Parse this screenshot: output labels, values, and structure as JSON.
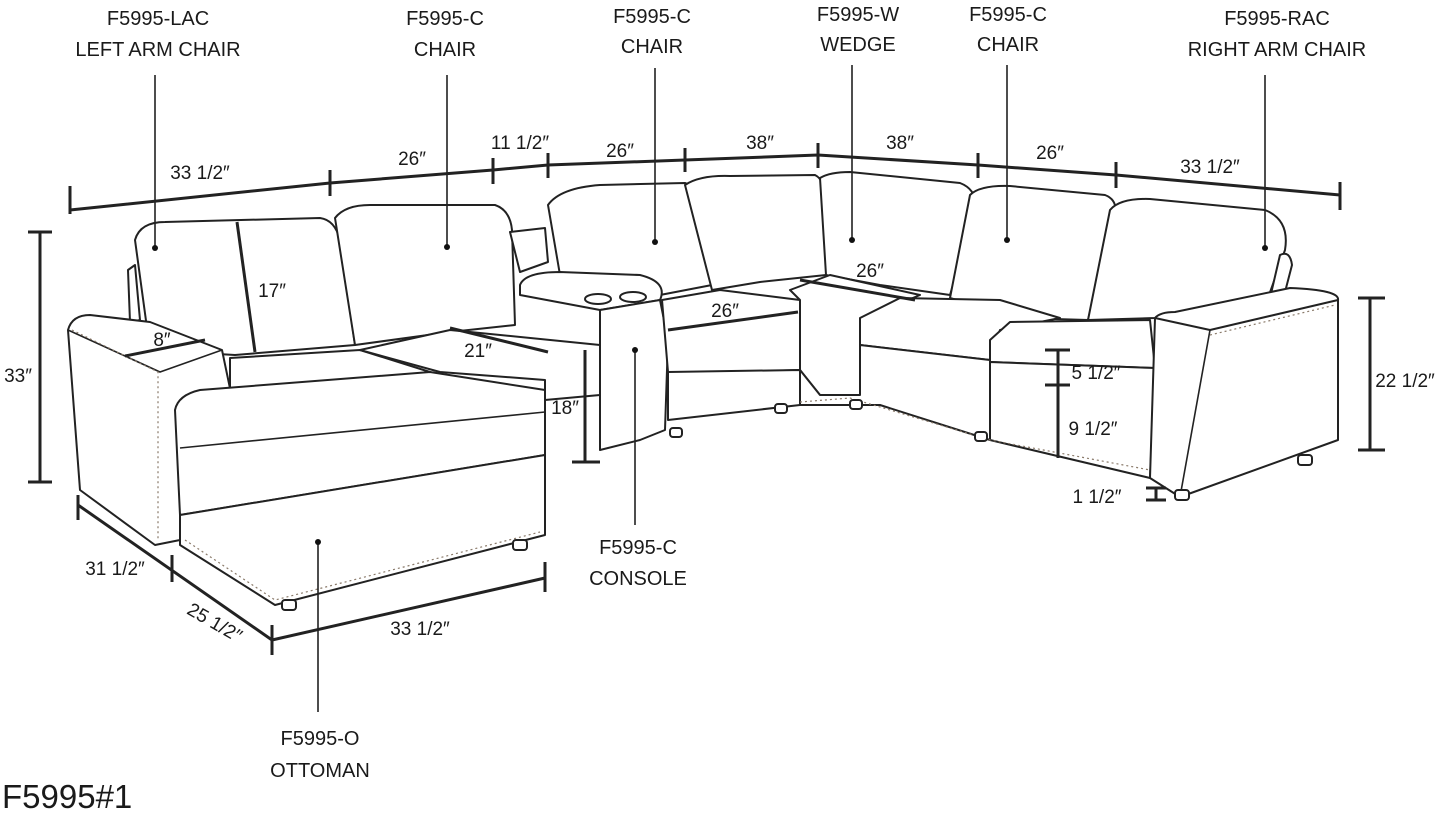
{
  "pieces": {
    "left_arm_chair": {
      "code": "F5995-LAC",
      "name": "LEFT ARM CHAIR"
    },
    "chair_1": {
      "code": "F5995-C",
      "name": "CHAIR"
    },
    "chair_2": {
      "code": "F5995-C",
      "name": "CHAIR"
    },
    "wedge": {
      "code": "F5995-W",
      "name": "WEDGE"
    },
    "chair_3": {
      "code": "F5995-C",
      "name": "CHAIR"
    },
    "right_arm_chair": {
      "code": "F5995-RAC",
      "name": "RIGHT ARM CHAIR"
    },
    "console": {
      "code": "F5995-C",
      "name": "CONSOLE"
    },
    "ottoman": {
      "code": "F5995-O",
      "name": "OTTOMAN"
    }
  },
  "top_dimensions": [
    "33 1/2″",
    "26″",
    "11 1/2″",
    "26″",
    "38″",
    "38″",
    "26″",
    "33 1/2″"
  ],
  "dimensions": {
    "overall_height": "33″",
    "back_height": "17″",
    "arm_width": "8″",
    "seat_depth": "21″",
    "seat_height": "18″",
    "wedge_seat_front": "26″",
    "wedge_seat_back": "26″",
    "cushion_thickness": "5 1/2″",
    "seat_base_height": "9 1/2″",
    "leg_height": "1 1/2″",
    "arm_height": "22 1/2″",
    "chaise_depth": "31 1/2″",
    "ottoman_depth": "25 1/2″",
    "ottoman_width": "33 1/2″"
  },
  "model_number": "F5995#1"
}
